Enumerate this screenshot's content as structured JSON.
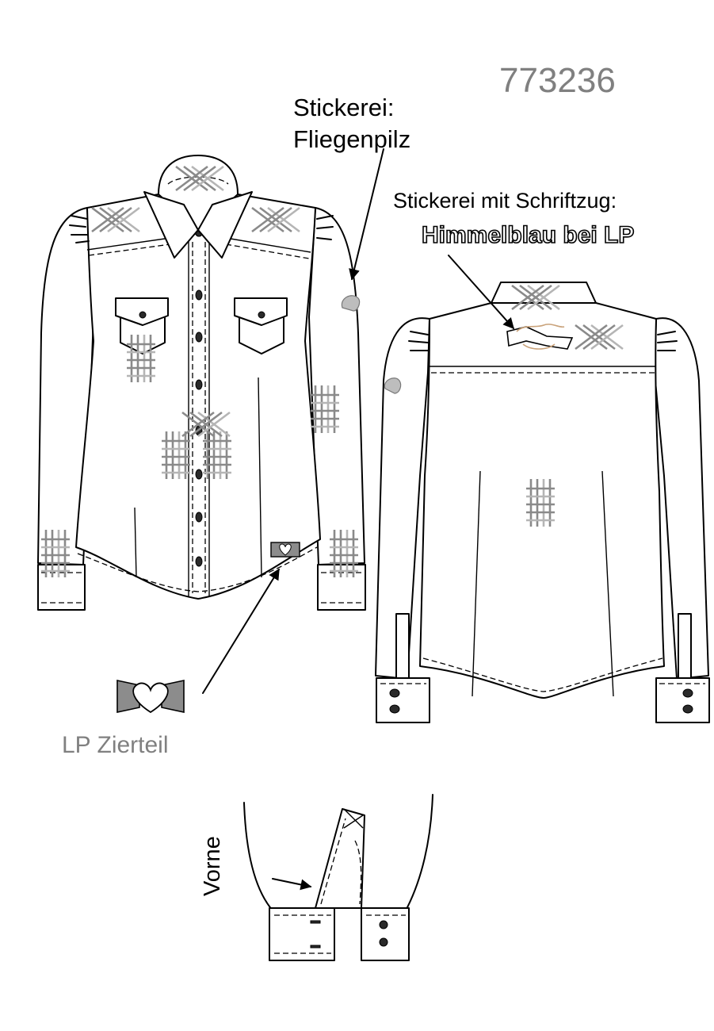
{
  "article_number": "773236",
  "annotations": {
    "embroidery_mushroom": [
      "Stickerei:",
      "Fliegenpilz"
    ],
    "embroidery_lettering": "Stickerei mit Schriftzug:",
    "lettering_color": "Himmelblau bei LP",
    "ornament": "LP Zierteil",
    "cuff_detail": "Vorne"
  },
  "colors": {
    "line": "#000000",
    "article_number": "#808080",
    "ornament_label": "#808080",
    "embroidery_dark": "#8a8a8a",
    "embroidery_light": "#b5b5b5",
    "ornament_fill": "#8c8c8c"
  }
}
